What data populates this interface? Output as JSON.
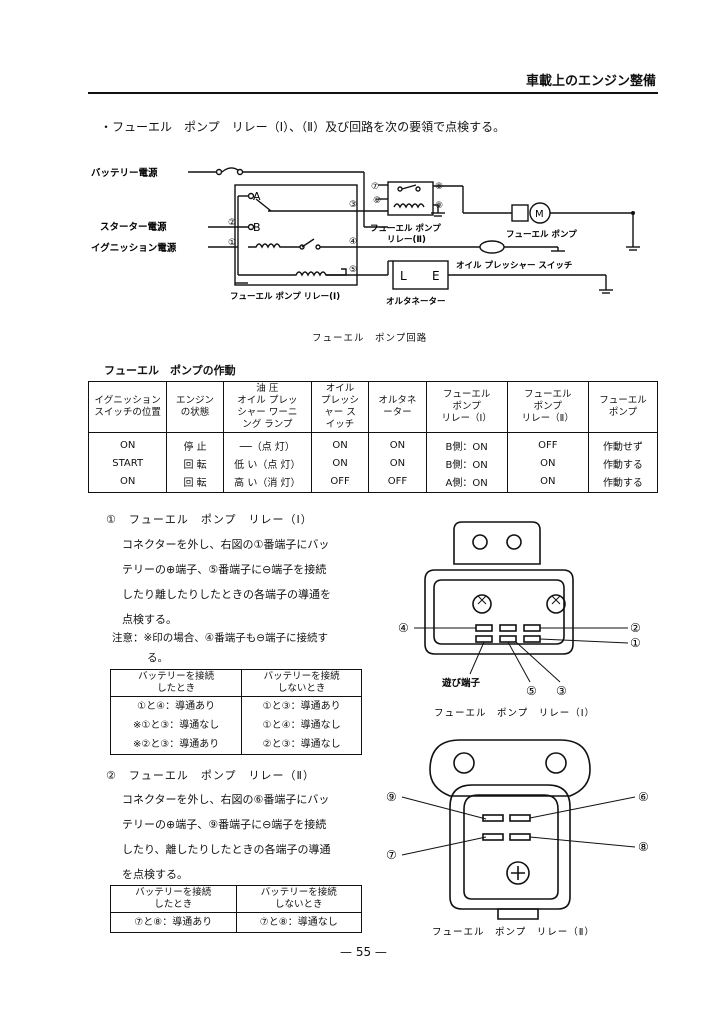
{
  "header": {
    "title": "車載上のエンジン整備"
  },
  "intro": "・フューエル　ポンプ　リレー（Ⅰ）、（Ⅱ）及び回路を次の要領で点検する。",
  "circuit": {
    "labels": {
      "battery": "バッテリー電源",
      "starter": "スターター電源",
      "ignition": "イグニッション電源",
      "relay2": "フューエル ポンプ\nリレー(Ⅱ)",
      "relay2_a": "フューエル ポンプ",
      "relay2_b": "リレー(Ⅱ)",
      "pump": "フューエル ポンプ",
      "oil_switch": "オイル プレッシャー スイッチ",
      "alternator": "オルタネーター",
      "relay1": "フューエル ポンプ リレー(Ⅰ)",
      "A": "A",
      "B": "B",
      "L": "L",
      "E": "E",
      "M": "M"
    },
    "terminals": [
      "①",
      "②",
      "③",
      "④",
      "⑤",
      "⑥",
      "⑦",
      "⑧",
      "⑨"
    ],
    "caption": "フューエル　ポンプ回路"
  },
  "operation": {
    "title": "フューエル　ポンプの作動",
    "headers": [
      [
        "イグニッション",
        "スイッチの位置"
      ],
      [
        "エンジン",
        "の状態"
      ],
      [
        "油 圧",
        "オイル プレッ",
        "シャー ワーニ",
        "ング ランプ"
      ],
      [
        "オイル",
        "プレッシ",
        "ャー ス",
        "イッチ"
      ],
      [
        "オルタネ",
        "ーター"
      ],
      [
        "フューエル",
        "ポンプ",
        "リレー（Ⅰ）"
      ],
      [
        "フューエル",
        "ポンプ",
        "リレー（Ⅱ）"
      ],
      [
        "フューエル",
        "ポンプ"
      ]
    ],
    "rows": [
      [
        "ON",
        "停 止",
        "──（点 灯）",
        "ON",
        "ON",
        "B側：ON",
        "OFF",
        "作動せず"
      ],
      [
        "START",
        "回 転",
        "低 い（点 灯）",
        "ON",
        "ON",
        "B側：ON",
        "ON",
        "作動する"
      ],
      [
        "ON",
        "回 転",
        "高 い（消 灯）",
        "OFF",
        "OFF",
        "A側：ON",
        "ON",
        "作動する"
      ]
    ]
  },
  "section1": {
    "title": "①　フューエル　ポンプ　リレー（Ⅰ）",
    "lines": [
      "コネクターを外し、右図の①番端子にバッ",
      "テリーの⊕端子、⑤番端子に⊖端子を接続",
      "したり離したりしたときの各端子の導通を",
      "点検する。"
    ],
    "note1": "注意：※印の場合、④番端子も⊖端子に接続す",
    "note2": "る。",
    "table": {
      "headers": [
        [
          "バッテリーを接続",
          "したとき"
        ],
        [
          "バッテリーを接続",
          "しないとき"
        ]
      ],
      "rows": [
        [
          "①と④：導通あり",
          "①と③：導通あり"
        ],
        [
          "※①と③：導通なし",
          "①と④：導通なし"
        ],
        [
          "※②と③：導通あり",
          "②と③：導通なし"
        ]
      ]
    },
    "figure": {
      "labels": {
        "free_terminal": "遊び端子",
        "caption": "フューエル　ポンプ　リレー（Ⅰ）"
      },
      "terminals": [
        "④",
        "②",
        "①",
        "⑤",
        "③"
      ]
    }
  },
  "section2": {
    "title": "②　フューエル　ポンプ　リレー（Ⅱ）",
    "lines": [
      "コネクターを外し、右図の⑥番端子にバッ",
      "テリーの⊕端子、⑨番端子に⊖端子を接続",
      "したり、離したりしたときの各端子の導通",
      "を点検する。"
    ],
    "table": {
      "headers": [
        [
          "バッテリーを接続",
          "したとき"
        ],
        [
          "バッテリーを接続",
          "しないとき"
        ]
      ],
      "rows": [
        [
          "⑦と⑧：導通あり",
          "⑦と⑧：導通なし"
        ]
      ]
    },
    "figure": {
      "labels": {
        "caption": "フューエル　ポンプ　リレー（Ⅱ）"
      },
      "terminals": [
        "⑨",
        "⑥",
        "⑦",
        "⑧"
      ]
    }
  },
  "page_number": "— 55 —"
}
